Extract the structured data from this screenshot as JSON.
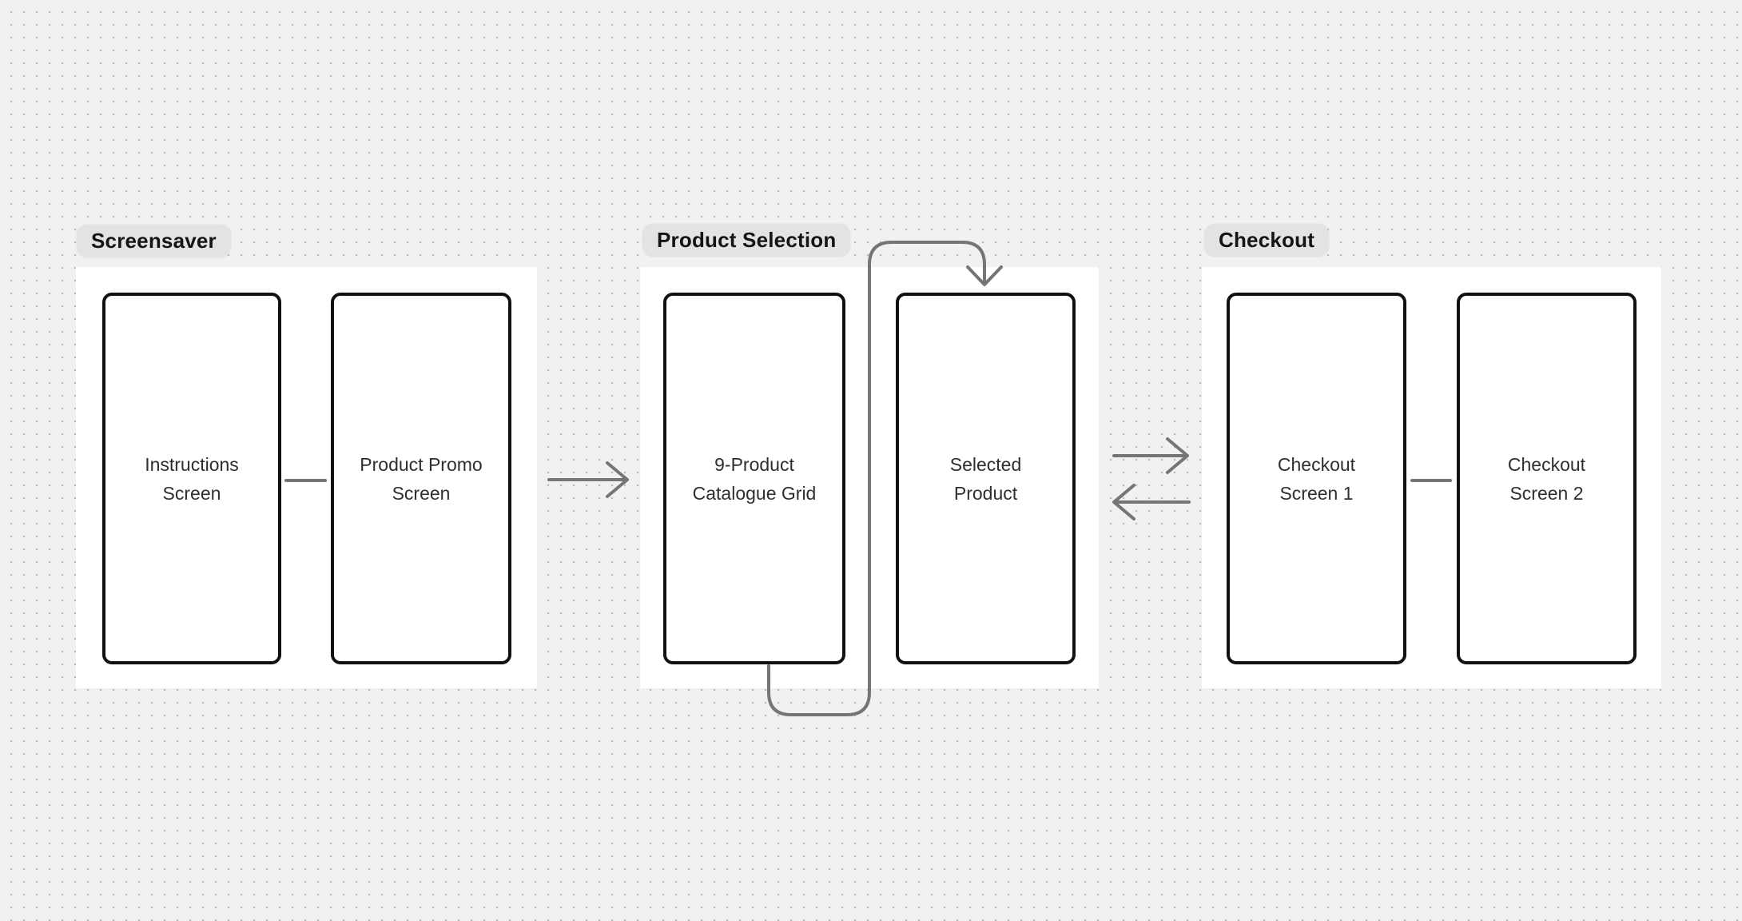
{
  "canvas": {
    "kind": "whiteboard-flow-diagram",
    "background_color": "#f1f1f0",
    "dot_color": "#b9b9b9",
    "connector_color": "#757575",
    "frame_border_color": "#111111",
    "section_bg_color": "#ffffff",
    "label_bg_color": "#e3e3e3"
  },
  "sections": [
    {
      "label": "Screensaver",
      "frames": [
        {
          "title": "Instructions\nScreen"
        },
        {
          "title": "Product Promo\nScreen"
        }
      ]
    },
    {
      "label": "Product Selection",
      "frames": [
        {
          "title": "9-Product\nCatalogue Grid"
        },
        {
          "title": "Selected\nProduct"
        }
      ]
    },
    {
      "label": "Checkout",
      "frames": [
        {
          "title": "Checkout\nScreen 1"
        },
        {
          "title": "Checkout\nScreen 2"
        }
      ]
    }
  ],
  "connectors": [
    {
      "name": "instructions-to-promo",
      "type": "line"
    },
    {
      "name": "screensaver-to-product-selection",
      "type": "arrow-right"
    },
    {
      "name": "catalogue-to-selected-product",
      "type": "curved-arrow-down"
    },
    {
      "name": "product-selection-to-checkout",
      "type": "arrow-right"
    },
    {
      "name": "checkout-to-product-selection",
      "type": "arrow-left"
    },
    {
      "name": "checkout1-to-checkout2",
      "type": "line"
    }
  ]
}
